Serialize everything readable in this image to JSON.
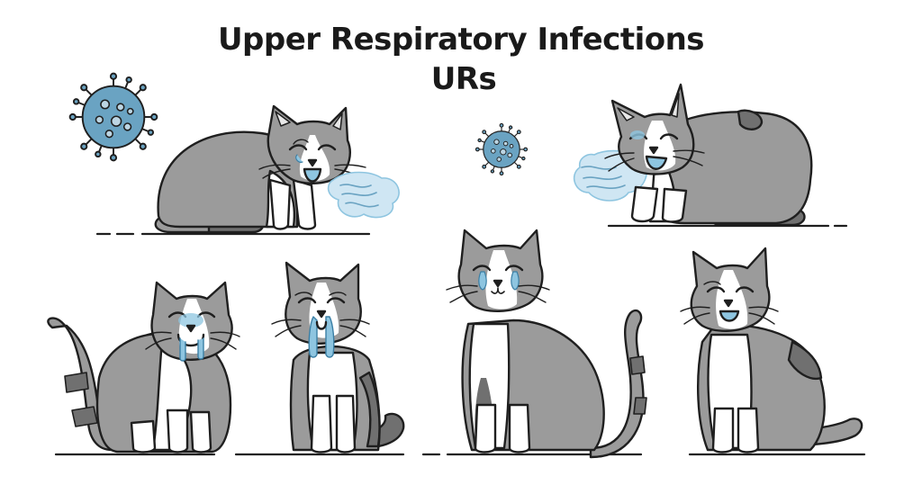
{
  "title": {
    "line1": "Upper Respiratory Infections",
    "line2": "URs"
  },
  "colors": {
    "fur": "#9b9b9b",
    "fur_dark": "#707070",
    "fur_white": "#ffffff",
    "outline": "#1f1f1f",
    "mucus": "#8ec5e0",
    "mucus_light": "#cfe6f3",
    "virus": "#6aa3c2"
  },
  "illustrations": [
    {
      "name": "virus-large",
      "icon": "virus-icon"
    },
    {
      "name": "virus-small",
      "icon": "virus-icon"
    },
    {
      "name": "cat-sneezing-left",
      "icon": "sneezing-cat"
    },
    {
      "name": "cat-sneezing-right",
      "icon": "sneezing-cat"
    },
    {
      "name": "cat-drooling",
      "icon": "sick-cat"
    },
    {
      "name": "cat-runny-nose",
      "icon": "sick-cat"
    },
    {
      "name": "cat-watery-eyes",
      "icon": "sick-cat"
    },
    {
      "name": "cat-nasal-discharge",
      "icon": "sick-cat"
    }
  ]
}
